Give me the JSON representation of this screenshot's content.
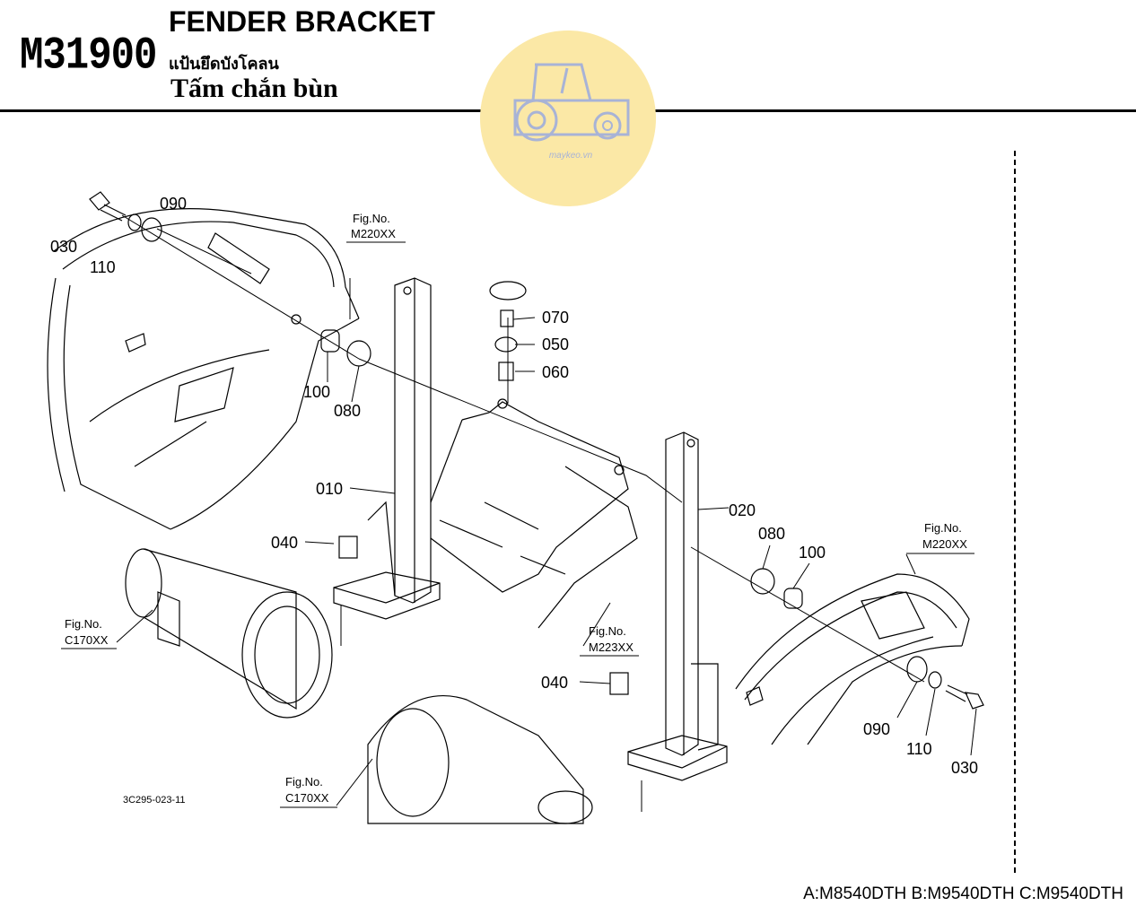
{
  "header": {
    "code": "M31900",
    "title_en": "FENDER BRACKET",
    "title_th": "แป้นยึดบังโคลน",
    "title_vi": "Tấm chắn bùn"
  },
  "watermark": {
    "text": "maykeo.vn",
    "color": "#fbe8a6"
  },
  "callouts": {
    "p030a": "030",
    "p090a": "090",
    "p110a": "110",
    "p070": "070",
    "p050": "050",
    "p060": "060",
    "p100a": "100",
    "p080a": "080",
    "p010": "010",
    "p020": "020",
    "p040a": "040",
    "p080b": "080",
    "p100b": "100",
    "p040b": "040",
    "p090b": "090",
    "p110b": "110",
    "p030b": "030"
  },
  "fig_refs": {
    "m220a": {
      "line1": "Fig.No.",
      "line2": "M220XX"
    },
    "m220b": {
      "line1": "Fig.No.",
      "line2": "M220XX"
    },
    "c170a": {
      "line1": "Fig.No.",
      "line2": "C170XX"
    },
    "c170b": {
      "line1": "Fig.No.",
      "line2": "C170XX"
    },
    "m223": {
      "line1": "Fig.No.",
      "line2": "M223XX"
    }
  },
  "drawing_id": "3C295-023-11",
  "models": "A:M8540DTH B:M9540DTH C:M9540DTH"
}
